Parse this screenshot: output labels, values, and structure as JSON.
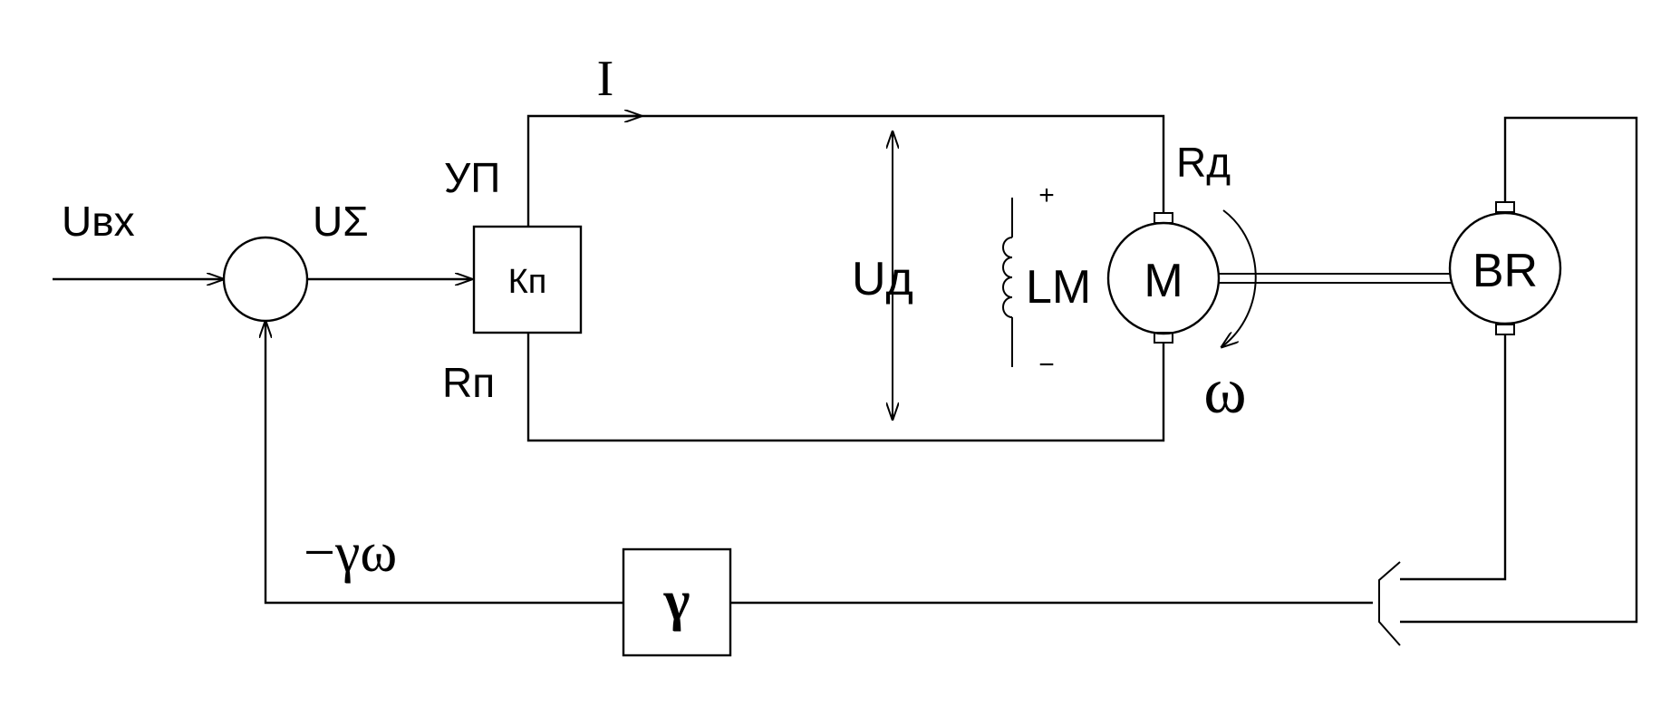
{
  "labels": {
    "input_voltage": "Uвх",
    "sum_voltage": "UΣ",
    "converter_top": "УП",
    "converter_gain": "Кп",
    "converter_resistance": "Rп",
    "current": "I",
    "motor_voltage": "Uд",
    "field_winding": "LM",
    "motor": "M",
    "motor_resistance": "Rд",
    "speed": "ω",
    "tachogenerator": "BR",
    "feedback_signal": "−γω",
    "feedback_gain": "γ",
    "plus": "+",
    "minus": "−"
  }
}
